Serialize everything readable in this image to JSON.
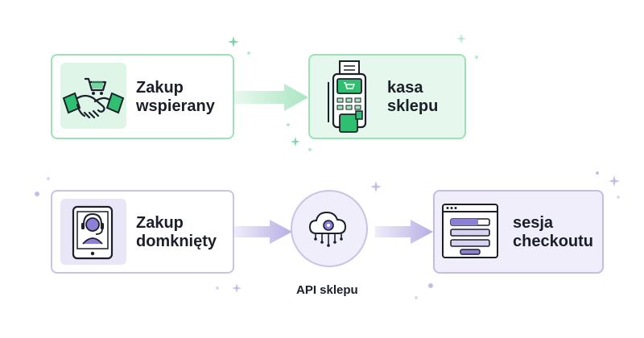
{
  "top_row": {
    "box1": {
      "line1": "Zakup",
      "line2": "wspierany",
      "icon": "handshake-cart-icon"
    },
    "box2": {
      "line1": "kasa",
      "line2": "sklepu",
      "icon": "payment-terminal-icon"
    }
  },
  "bottom_row": {
    "box1": {
      "line1": "Zakup",
      "line2": "domknięty",
      "icon": "tablet-headset-icon"
    },
    "api": {
      "caption": "API sklepu",
      "icon": "cloud-gear-icon"
    },
    "box2": {
      "line1": "sesja",
      "line2": "checkoutu",
      "icon": "checkout-window-icon"
    }
  },
  "colors": {
    "green_border": "#9ee0b8",
    "green_fill": "#e6f8ee",
    "green_icon": "#2fbf71",
    "purple_border": "#c9c3e6",
    "purple_fill": "#f0eefb",
    "purple_icon": "#8c7fd6",
    "text": "#1b1f2a"
  }
}
